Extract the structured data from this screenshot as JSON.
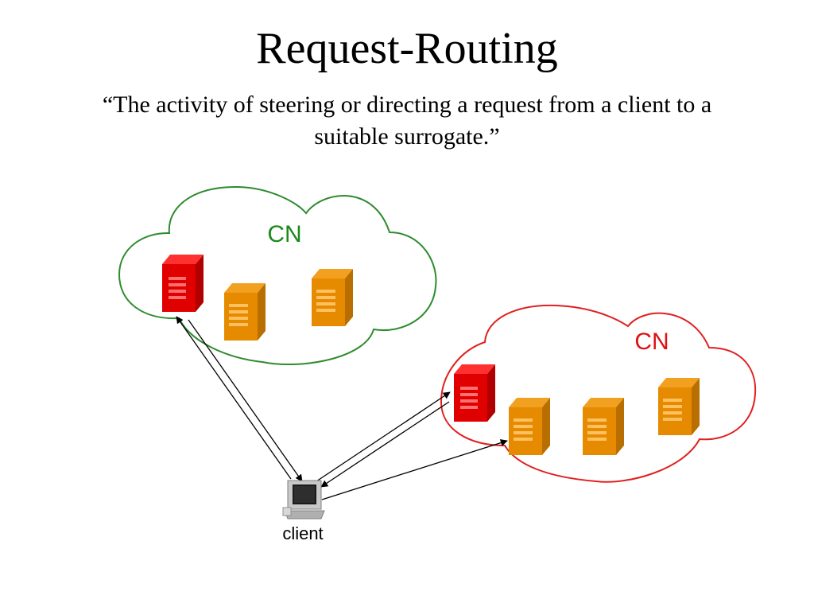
{
  "slide": {
    "title": "Request-Routing",
    "subtitle": "“The activity of steering or directing a request from a client to a suitable surrogate.”"
  },
  "diagram": {
    "networks": [
      {
        "label": "CN",
        "outline_color": "#2e8b2e",
        "label_color": "#1a8a1a"
      },
      {
        "label": "CN",
        "outline_color": "#e02020",
        "label_color": "#e01010"
      }
    ],
    "client": {
      "label": "client"
    },
    "colors": {
      "server_red_front": "#e00000",
      "server_red_side": "#b00000",
      "server_red_top": "#ff3030",
      "server_orange_front": "#e68a00",
      "server_orange_side": "#b86e00",
      "server_orange_top": "#f2a020",
      "arrow": "#000000"
    }
  }
}
